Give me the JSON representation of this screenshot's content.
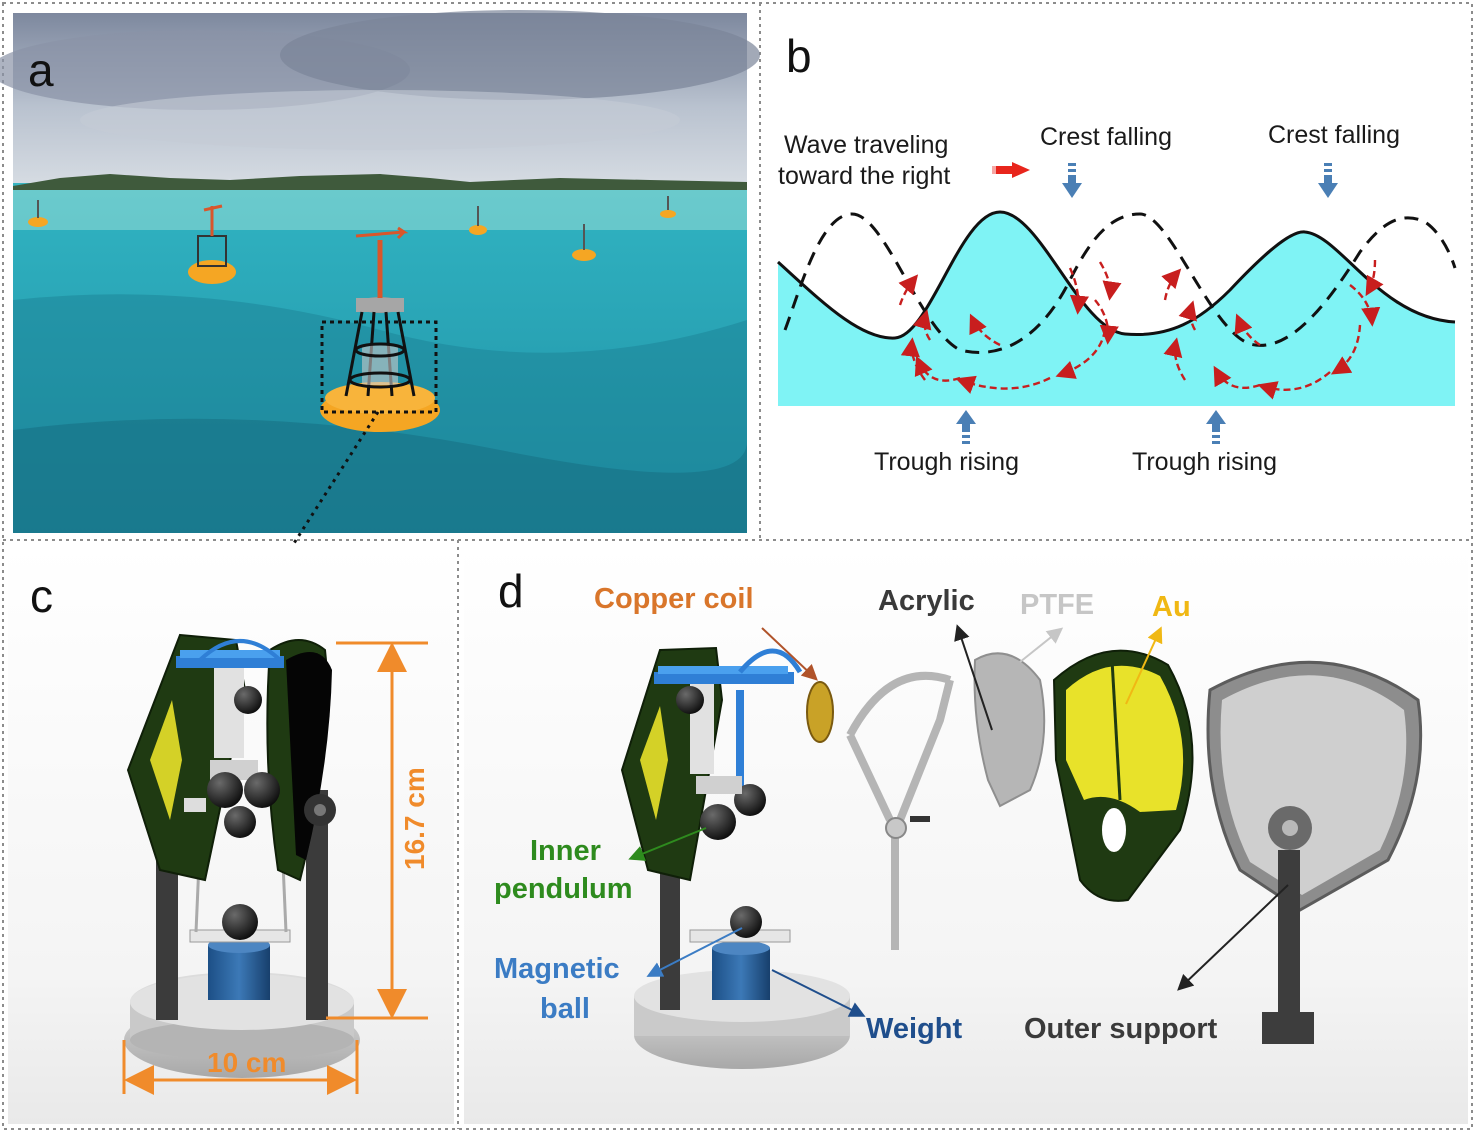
{
  "panels": {
    "a": {
      "letter": "a"
    },
    "b": {
      "letter": "b",
      "wave_traveling_line1": "Wave traveling",
      "wave_traveling_line2": "toward the right",
      "crest_falling_1": "Crest falling",
      "crest_falling_2": "Crest falling",
      "trough_rising_1": "Trough rising",
      "trough_rising_2": "Trough rising"
    },
    "c": {
      "letter": "c",
      "height_dimension": "16.7 cm",
      "width_dimension": "10 cm"
    },
    "d": {
      "letter": "d",
      "copper_coil": "Copper coil",
      "acrylic": "Acrylic",
      "ptfe": "PTFE",
      "au": "Au",
      "inner_pendulum_line1": "Inner",
      "inner_pendulum_line2": "pendulum",
      "magnetic_ball_line1": "Magnetic",
      "magnetic_ball_line2": "ball",
      "weight": "Weight",
      "outer_support": "Outer support"
    }
  },
  "colors": {
    "sea_water": "#3fb6c2",
    "buoy_orange": "#f5a623",
    "wave_fill": "#7ff3f5",
    "flow_arrow_red": "#c81e1e",
    "direction_arrow_red": "#e8251c",
    "blue_arrow": "#4a7fb5",
    "dimension_orange": "#f08b2b",
    "copper_label": "#d9762b",
    "acrylic_label": "#3a3a3a",
    "ptfe_label": "#c6c6c6",
    "au_label": "#f0b814",
    "inner_pendulum_label": "#2e8b1e",
    "magnetic_ball_label": "#3b7cc4",
    "weight_label": "#1f4e8c",
    "outer_support_label": "#3a3a3a",
    "electrode_dark_green": "#1f3a12",
    "gold_electrode": "#e8e22a"
  }
}
